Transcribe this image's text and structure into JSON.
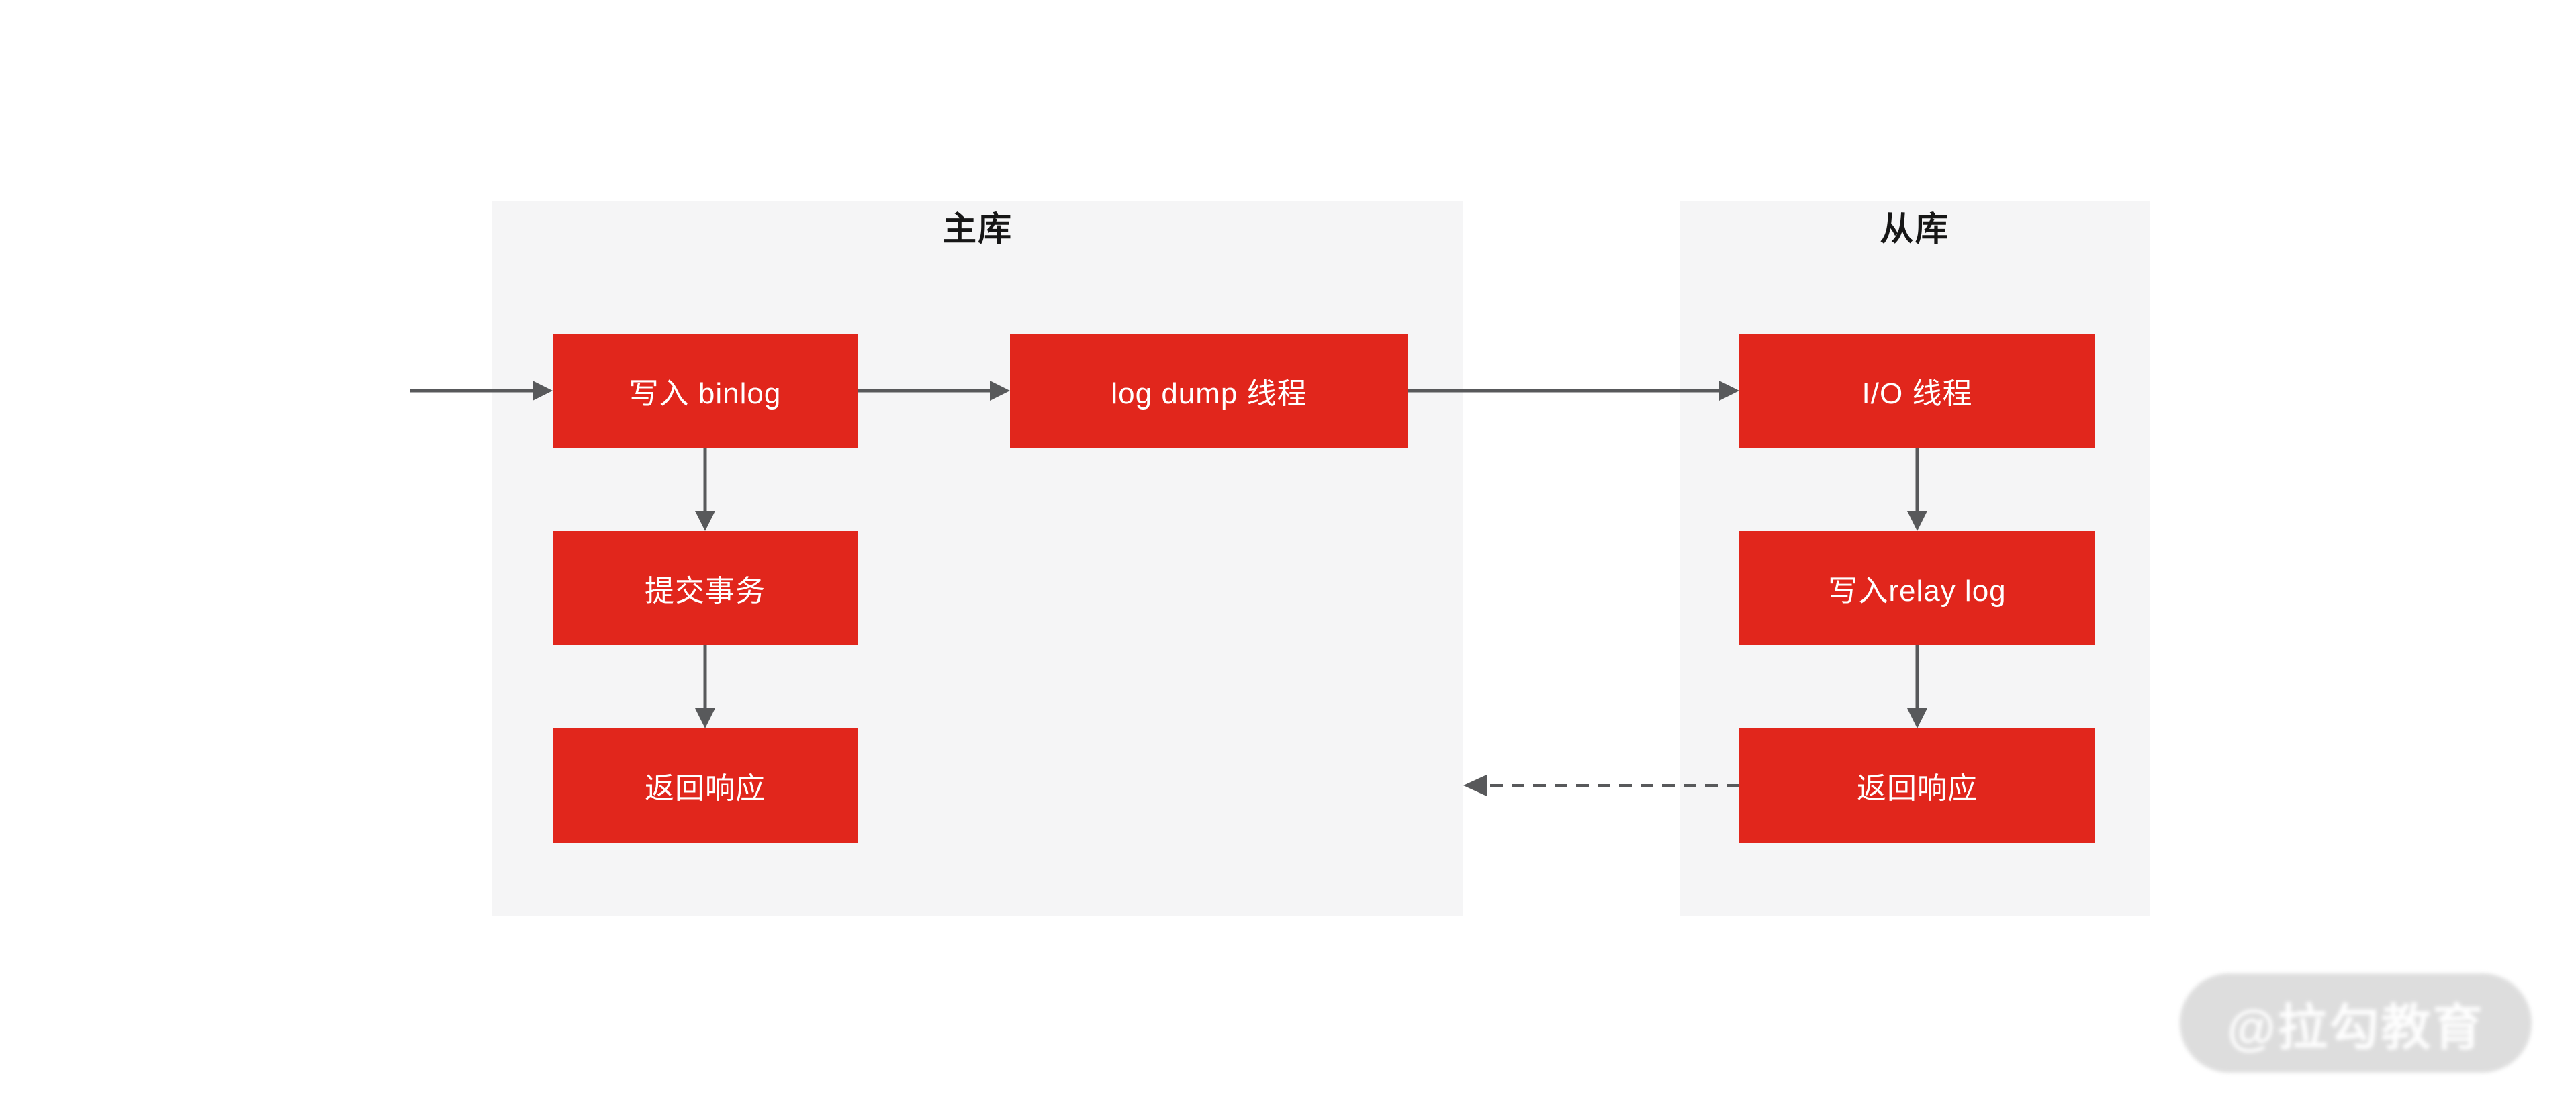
{
  "diagram": {
    "master": {
      "title": "主库",
      "nodes": {
        "write_binlog": "写入 binlog",
        "log_dump": "log dump 线程",
        "commit": "提交事务",
        "respond": "返回响应"
      }
    },
    "slave": {
      "title": "从库",
      "nodes": {
        "io_thread": "I/O 线程",
        "write_relay": "写入relay log",
        "respond": "返回响应"
      }
    },
    "watermark": {
      "text": "@拉勾教育"
    },
    "colors": {
      "node_red": "#e1261c",
      "panel_gray": "#f5f5f6",
      "arrow_gray": "#58595b",
      "title_black": "#161616",
      "watermark_gray": "#dbdbdb"
    }
  }
}
